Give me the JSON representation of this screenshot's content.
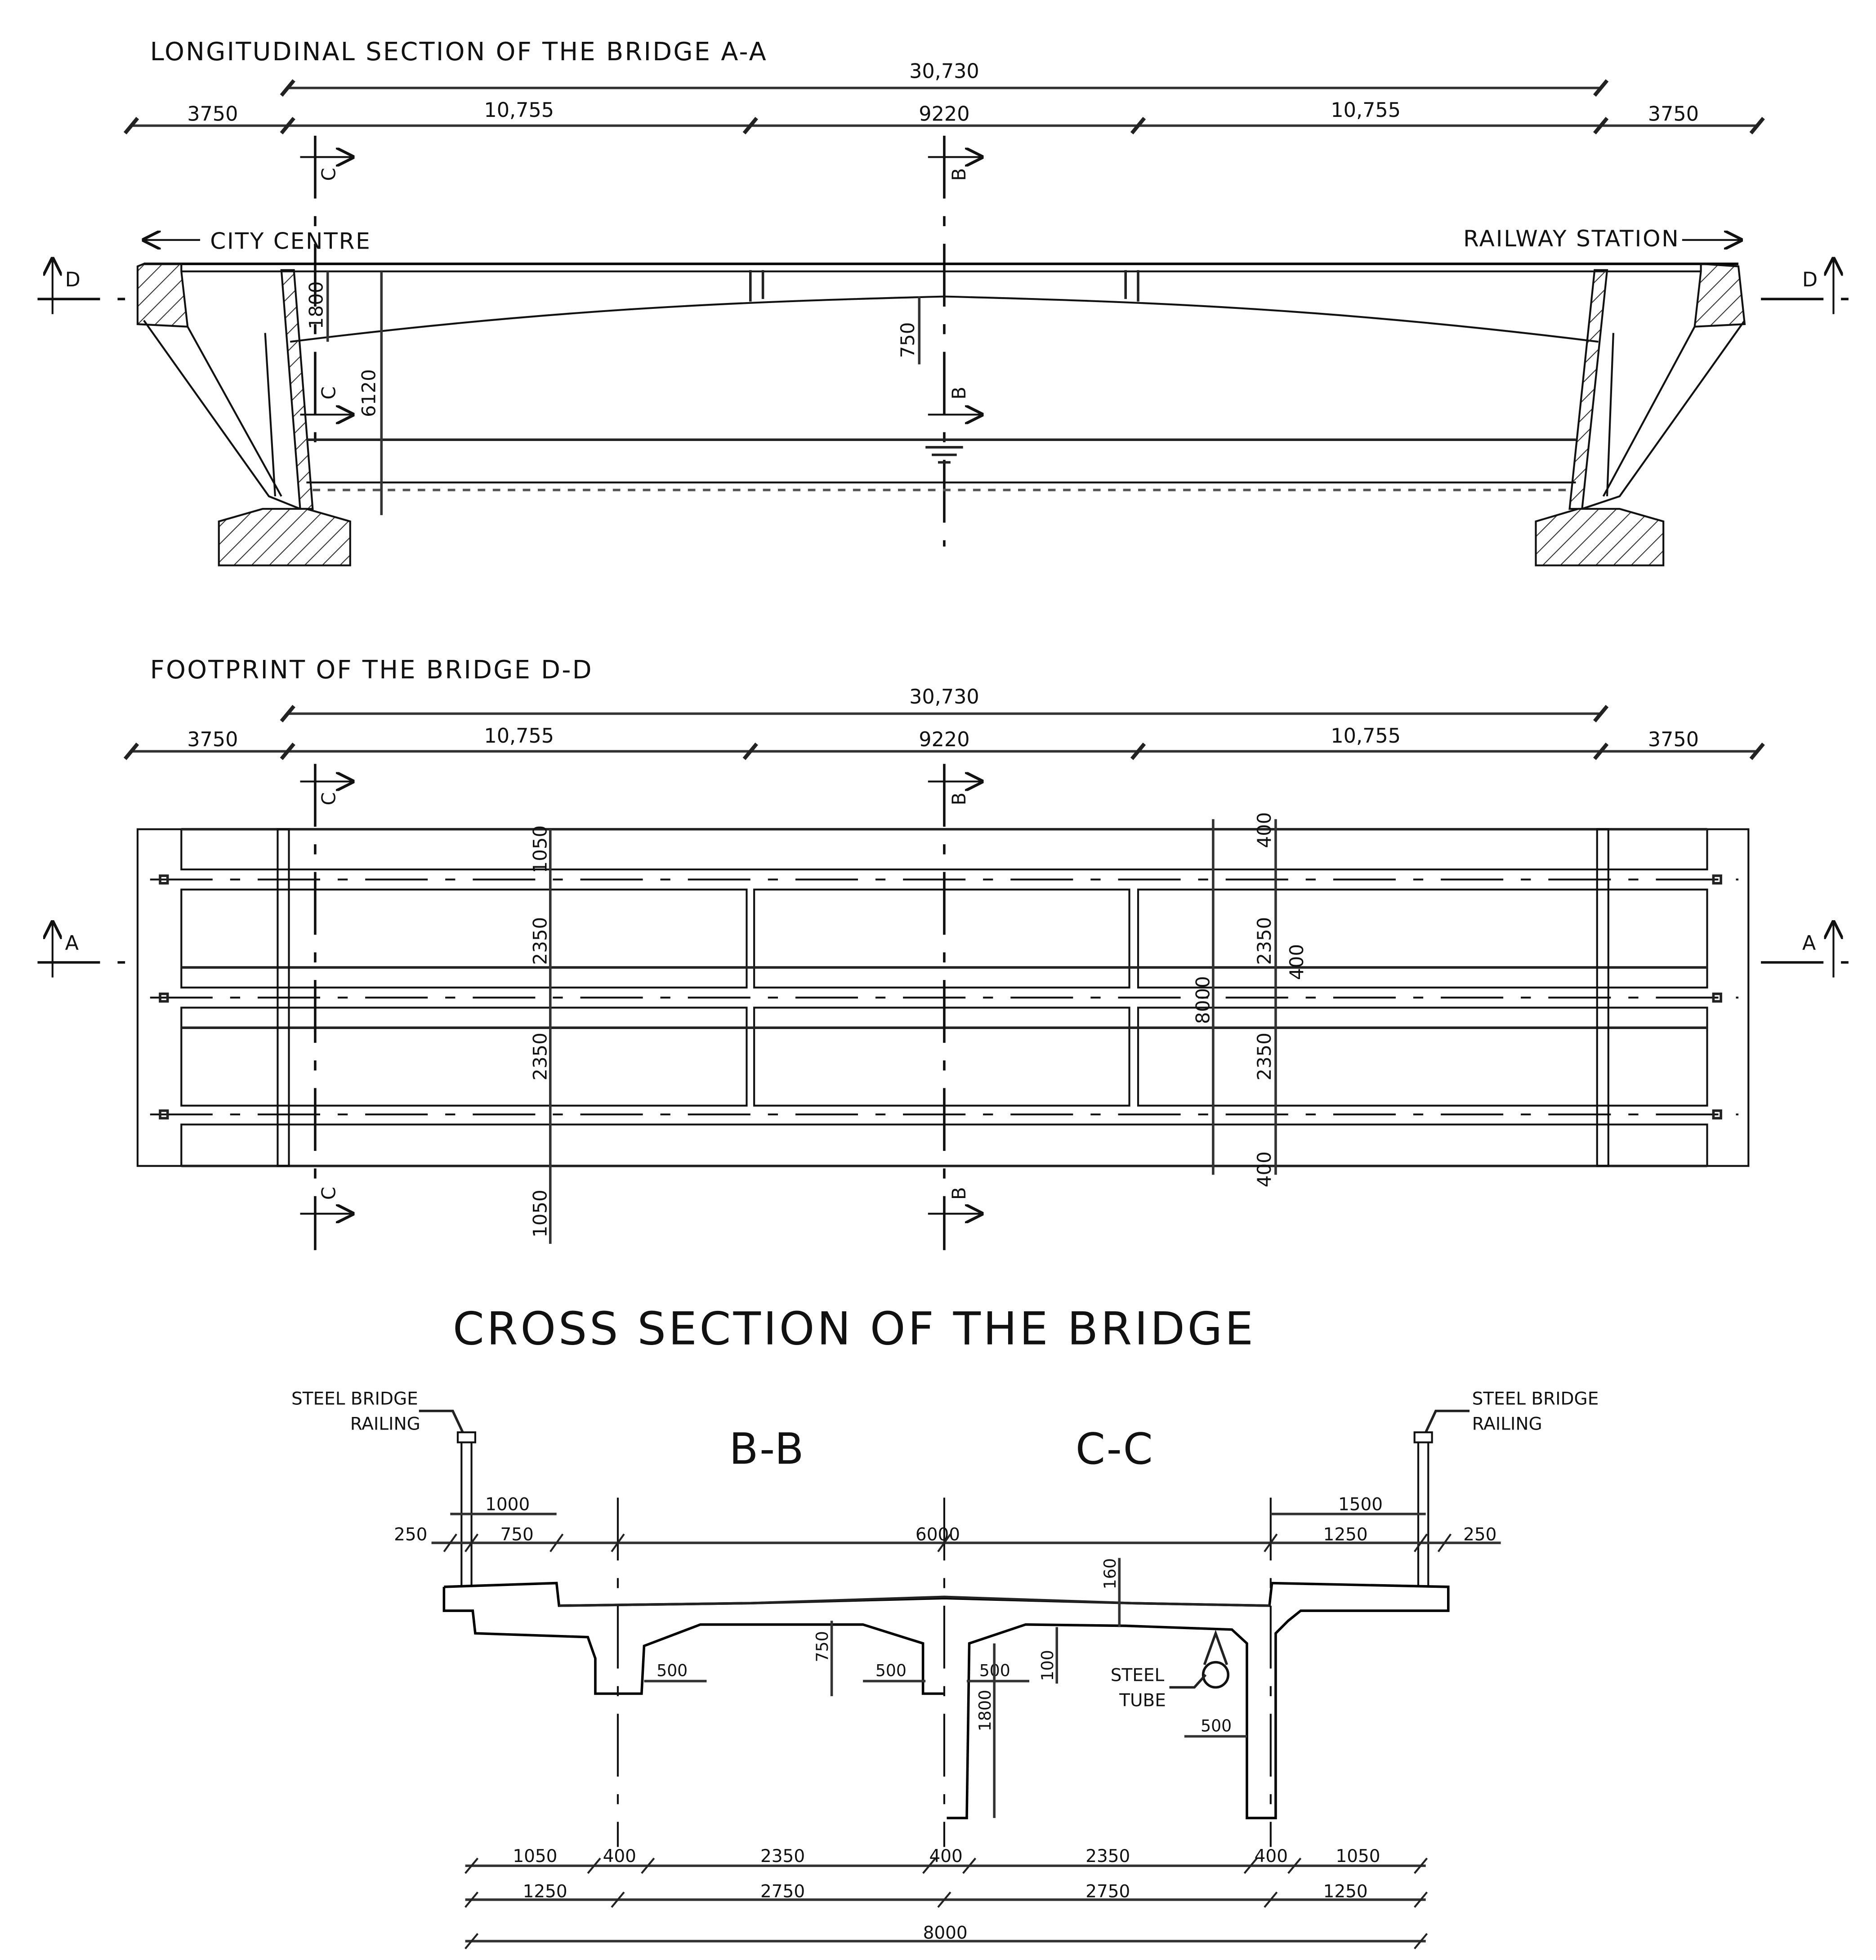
{
  "titles": {
    "longitudinal": "LONGITUDINAL SECTION OF THE BRIDGE A-A",
    "footprint": "FOOTPRINT OF THE BRIDGE D-D",
    "cross": "CROSS SECTION OF THE BRIDGE"
  },
  "directions": {
    "left": "CITY CENTRE",
    "right": "RAILWAY STATION"
  },
  "section_marks": {
    "A": "A",
    "B": "B",
    "C": "C",
    "D": "D",
    "BB": "B-B",
    "CC": "C-C"
  },
  "long_dims": {
    "total": "30,730",
    "end_left": "3750",
    "span_left": "10,755",
    "span_mid": "9220",
    "span_right": "10,755",
    "end_right": "3750",
    "h_1800": "1800",
    "h_6120": "6120",
    "h_750": "750"
  },
  "foot_dims": {
    "total": "30,730",
    "end_left": "3750",
    "span_left": "10,755",
    "span_mid": "9220",
    "span_right": "10,755",
    "end_right": "3750",
    "w_1050_top": "1050",
    "w_2350_a": "2350",
    "w_2350_b": "2350",
    "w_1050_bottom": "1050",
    "w_400_top": "400",
    "w_2350_c": "2350",
    "w_400_mid": "400",
    "w_8000": "8000",
    "w_2350_d": "2350",
    "w_400_bottom": "400"
  },
  "cross_labels": {
    "railing_left_1": "STEEL BRIDGE",
    "railing_left_2": "RAILING",
    "railing_right_1": "STEEL BRIDGE",
    "railing_right_2": "RAILING",
    "tube_1": "STEEL",
    "tube_2": "TUBE"
  },
  "cross_dims": {
    "d1000": "1000",
    "d250_left": "250",
    "d750_top": "750",
    "d6000": "6000",
    "d1500": "1500",
    "d1250_top": "1250",
    "d250_right": "250",
    "d160": "160",
    "d750_web": "750",
    "d500_a": "500",
    "d500_b": "500",
    "d500_c": "500",
    "d100": "100",
    "d1800": "1800",
    "d500_tube": "500",
    "b1050_left": "1050",
    "b400_a": "400",
    "b2350_left": "2350",
    "b400_b": "400",
    "b2350_right": "2350",
    "b400_c": "400",
    "b1050_right": "1050",
    "c1250_left": "1250",
    "c2750_left": "2750",
    "c2750_right": "2750",
    "c1250_right": "1250",
    "total_8000": "8000"
  }
}
